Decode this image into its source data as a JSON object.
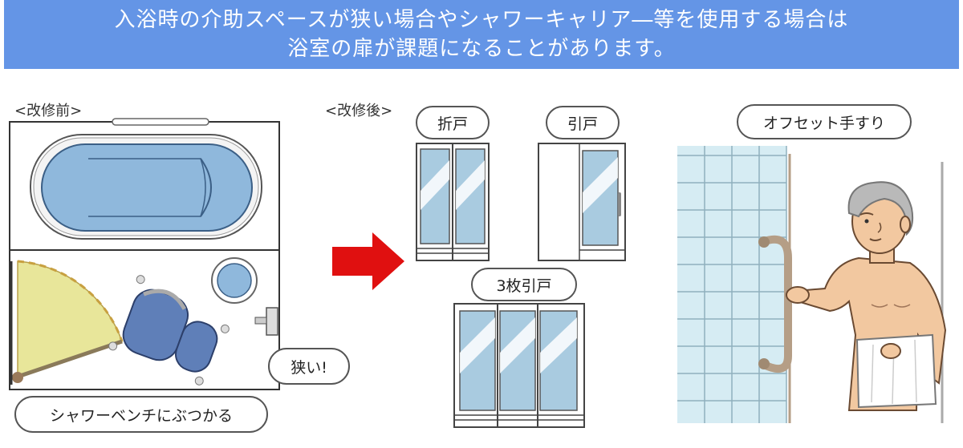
{
  "banner": {
    "line1": "入浴時の介助スペースが狭い場合やシャワーキャリア―等を使用する場合は",
    "line2": "浴室の扉が課題になることがあります。"
  },
  "before": {
    "label": "<改修前>",
    "bubble": "狭い!",
    "caption": "シャワーベンチにぶつかる"
  },
  "after": {
    "label": "<改修後>",
    "doors": [
      "折戸",
      "引戸",
      "3枚引戸"
    ]
  },
  "handrail": {
    "label": "オフセット手すり"
  },
  "colors": {
    "banner": "#6495e6",
    "tub": "#8fb8dc",
    "glass": "#a9cbe0",
    "door_swing": "#e8e69a",
    "tile": "#d6ecf3",
    "arrow": "#e01010",
    "bench": "#5f7fb8",
    "handrail": "#b59e86"
  }
}
